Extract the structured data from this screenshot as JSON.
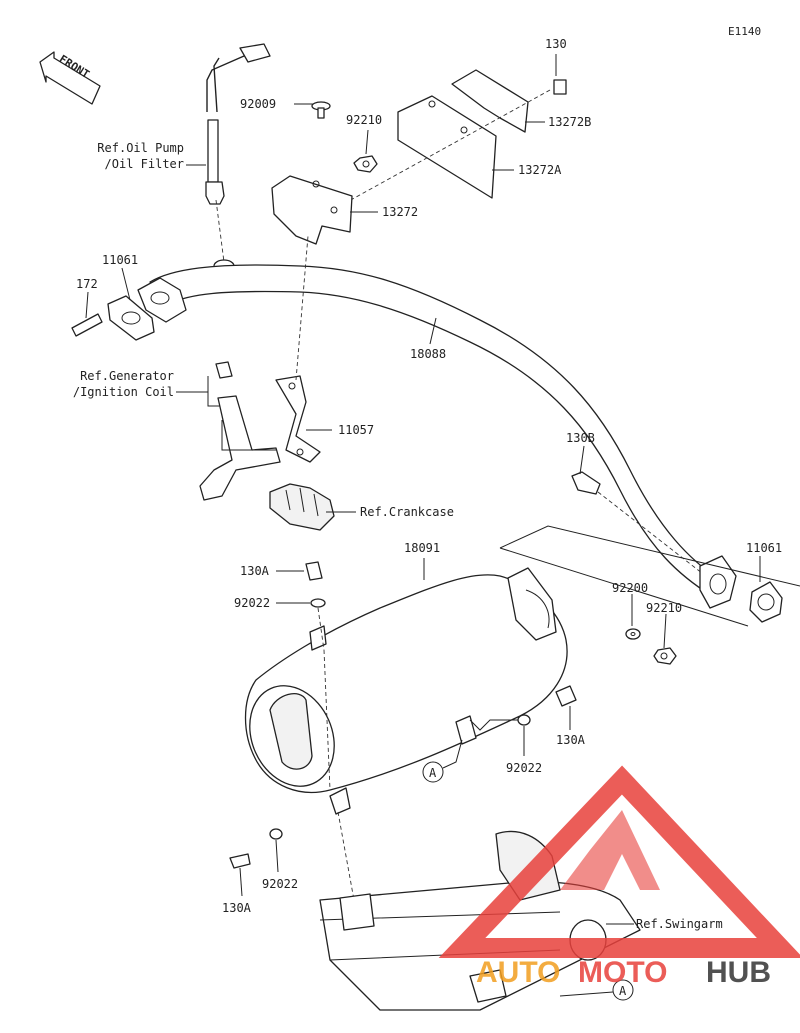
{
  "diagram": {
    "code": "E1140",
    "front_label": "FRONT",
    "part_numbers": {
      "p130_top": "130",
      "p13272B": "13272B",
      "p13272A": "13272A",
      "p13272": "13272",
      "p92009": "92009",
      "p92210_top": "92210",
      "p11061_left": "11061",
      "p172": "172",
      "p18088": "18088",
      "p11057": "11057",
      "p130B": "130B",
      "p11061_right": "11061",
      "p18091": "18091",
      "p130A_top": "130A",
      "p92022_top": "92022",
      "p92200": "92200",
      "p92210_right": "92210",
      "p130A_right": "130A",
      "p92022_mid": "92022",
      "p92022_bottom": "92022",
      "p130A_bottom": "130A"
    },
    "references": {
      "oil_pump_line1": "Ref.Oil Pump",
      "oil_pump_line2": "/Oil Filter",
      "generator_line1": "Ref.Generator",
      "generator_line2": "/Ignition Coil",
      "crankcase": "Ref.Crankcase",
      "swingarm": "Ref.Swingarm"
    },
    "callouts": {
      "a_left": "A",
      "a_right": "A"
    }
  },
  "watermark": {
    "text_auto": "AUTO",
    "text_moto": "MOTO",
    "text_hub": "HUB",
    "color_red": "#e8413c",
    "color_orange": "#f29e1f",
    "color_dark": "#333333"
  }
}
